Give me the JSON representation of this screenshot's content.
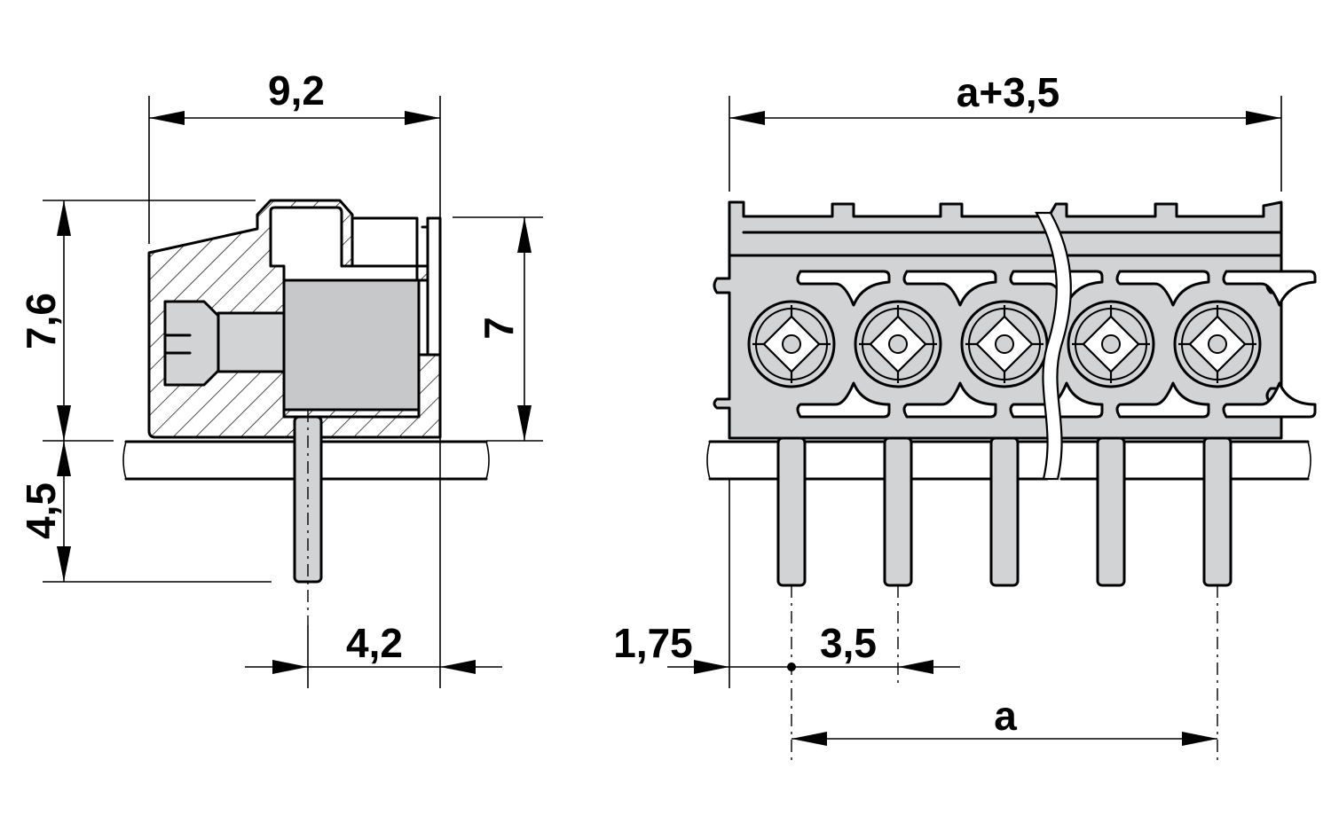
{
  "dimensions": {
    "side_width": "9,2",
    "side_height_upper": "7,6",
    "side_height_body": "7",
    "side_pin_length": "4,5",
    "side_pin_offset": "4,2",
    "front_total_width": "a+3,5",
    "front_edge_offset": "1,75",
    "front_pitch": "3,5",
    "front_span": "a"
  },
  "front_view": {
    "terminal_count": 5
  }
}
